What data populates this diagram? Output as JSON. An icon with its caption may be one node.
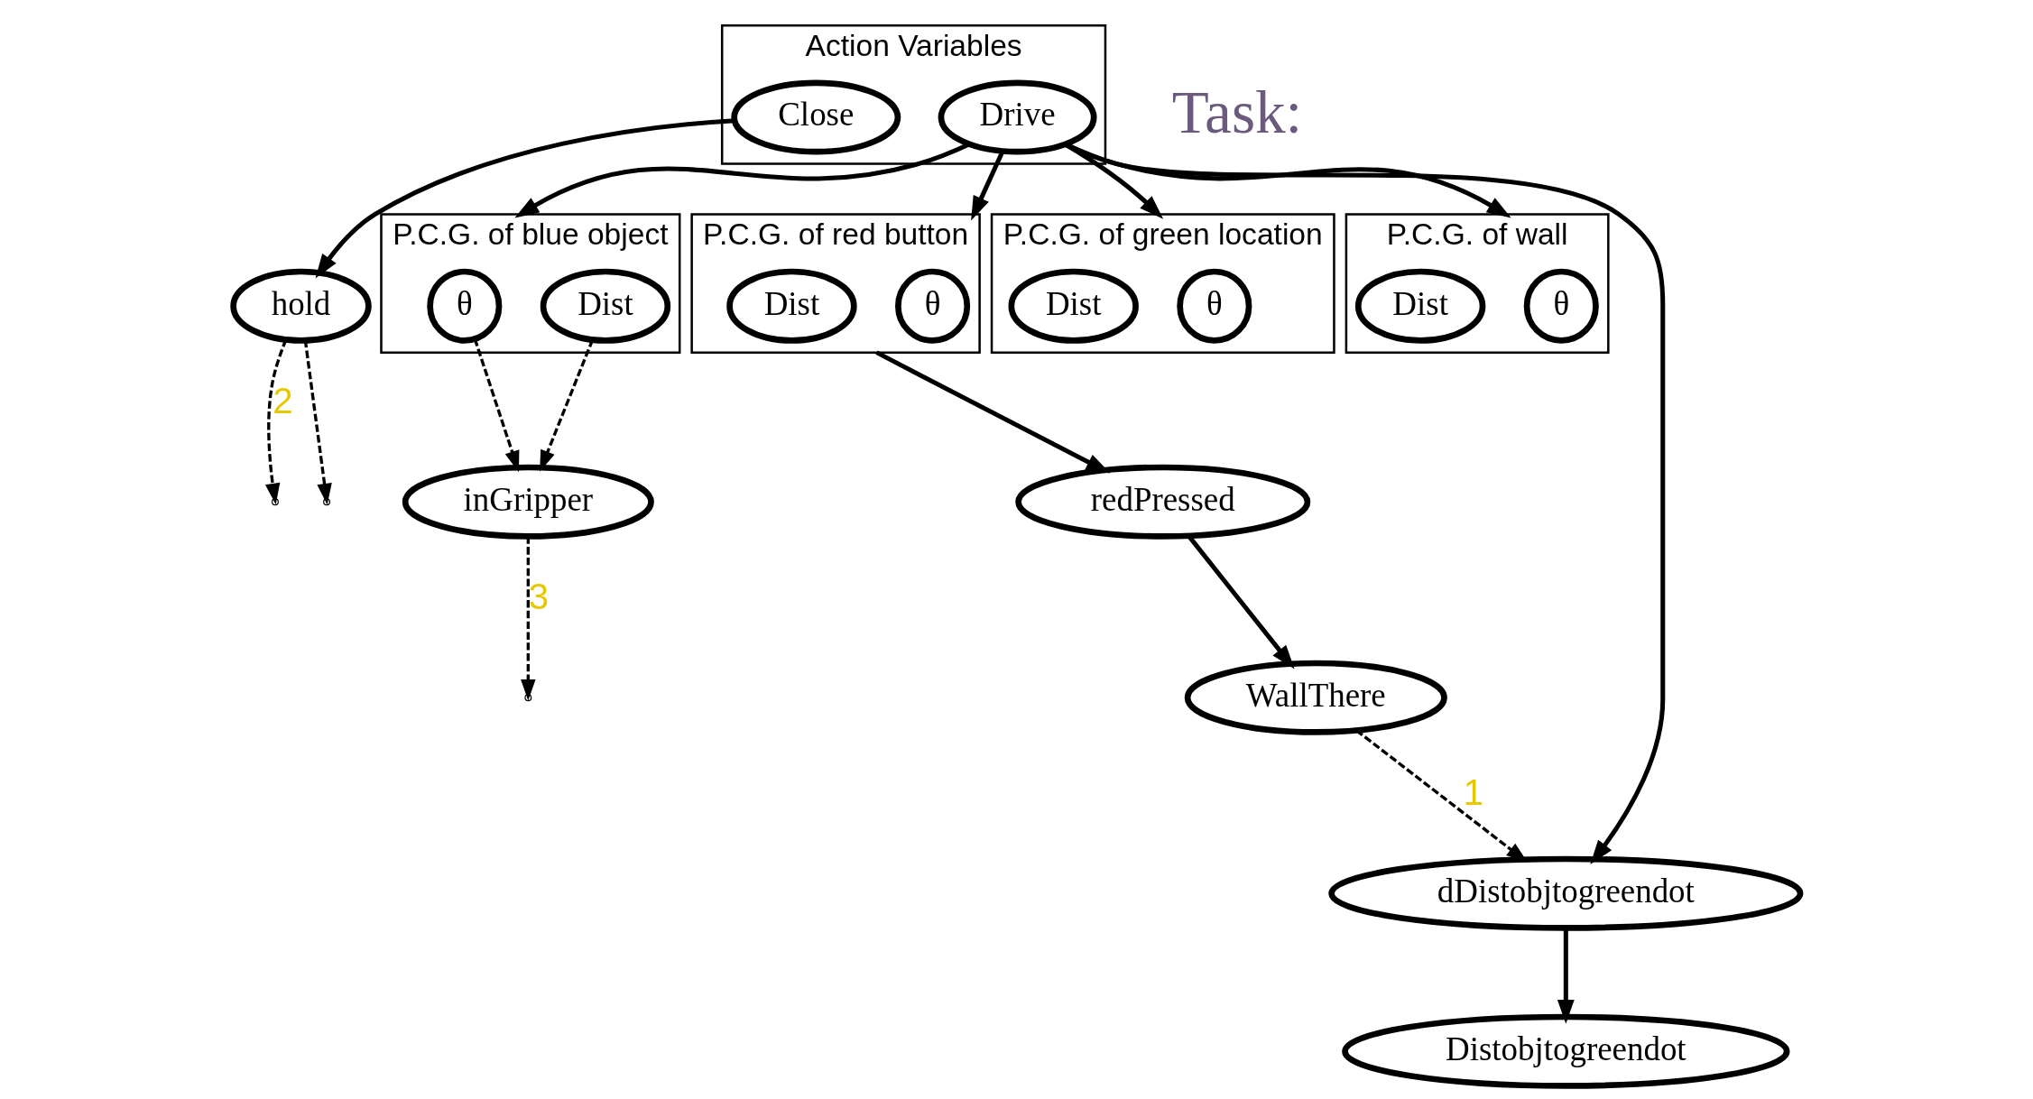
{
  "diagram": {
    "nodes": [
      {
        "text": [
          "Action Variables"
        ]
      },
      {
        "text": [
          "Close"
        ],
        "in": 0
      },
      {
        "text": [
          "Drive"
        ],
        "in": 0
      },
      {
        "text": [
          "P.C.G. of blue object"
        ]
      },
      {
        "text": [
          "θ"
        ],
        "in": 3
      },
      {
        "text": [
          "Dist"
        ],
        "in": 3
      },
      {
        "text": [
          "P.C.G. of red button"
        ]
      },
      {
        "text": [
          "θ"
        ],
        "in": 6
      },
      {
        "text": [
          "Dist"
        ],
        "in": 6
      },
      {
        "text": [
          "P.C.G. of green location"
        ]
      },
      {
        "text": [
          "θ"
        ],
        "in": 9
      },
      {
        "text": [
          "Dist"
        ],
        "in": 9
      },
      {
        "text": [
          "P.C.G. of wall"
        ]
      },
      {
        "text": [
          "θ"
        ],
        "in": 12
      },
      {
        "text": [
          "Dist"
        ],
        "in": 12
      },
      {
        "text": [
          "hold"
        ]
      },
      {
        "text": [
          "inGripper"
        ]
      },
      {
        "text": [
          "redPressed"
        ]
      },
      {
        "text": [
          "WallThere"
        ]
      },
      {
        "text": [
          "dDistobjtogreendot"
        ]
      },
      {
        "text": [
          "Distobjtogreendot"
        ]
      }
    ],
    "edges": [
      {
        "from": 1,
        "to": 15,
        "arrow": "to"
      },
      {
        "from": 2,
        "to": 3,
        "arrow": "to"
      },
      {
        "from": 2,
        "to": 6,
        "arrow": "to"
      },
      {
        "from": 2,
        "to": 19,
        "arrow": "to"
      },
      {
        "from": 2,
        "to": 9,
        "arrow": "to"
      },
      {
        "from": 2,
        "to": 12,
        "arrow": "to"
      },
      {
        "from": 15,
        "to": null,
        "arrow": "to",
        "style": "dashed",
        "label": "2"
      },
      {
        "from": 15,
        "to": null,
        "arrow": "to",
        "style": "dashed"
      },
      {
        "from": 16,
        "to": null,
        "arrow": "to",
        "style": "dashed",
        "label": "3"
      },
      {
        "from": 4,
        "to": 16,
        "arrow": "to",
        "style": "dashed"
      },
      {
        "from": 5,
        "to": 16,
        "arrow": "to",
        "style": "dashed"
      },
      {
        "from": 6,
        "to": 17,
        "arrow": "to"
      },
      {
        "from": 17,
        "to": 18,
        "arrow": "to"
      },
      {
        "from": 18,
        "to": 19,
        "arrow": "to",
        "style": "dashed",
        "label": "1"
      },
      {
        "from": 19,
        "to": 20,
        "arrow": "to"
      }
    ],
    "labels": [
      "Task:"
    ]
  }
}
